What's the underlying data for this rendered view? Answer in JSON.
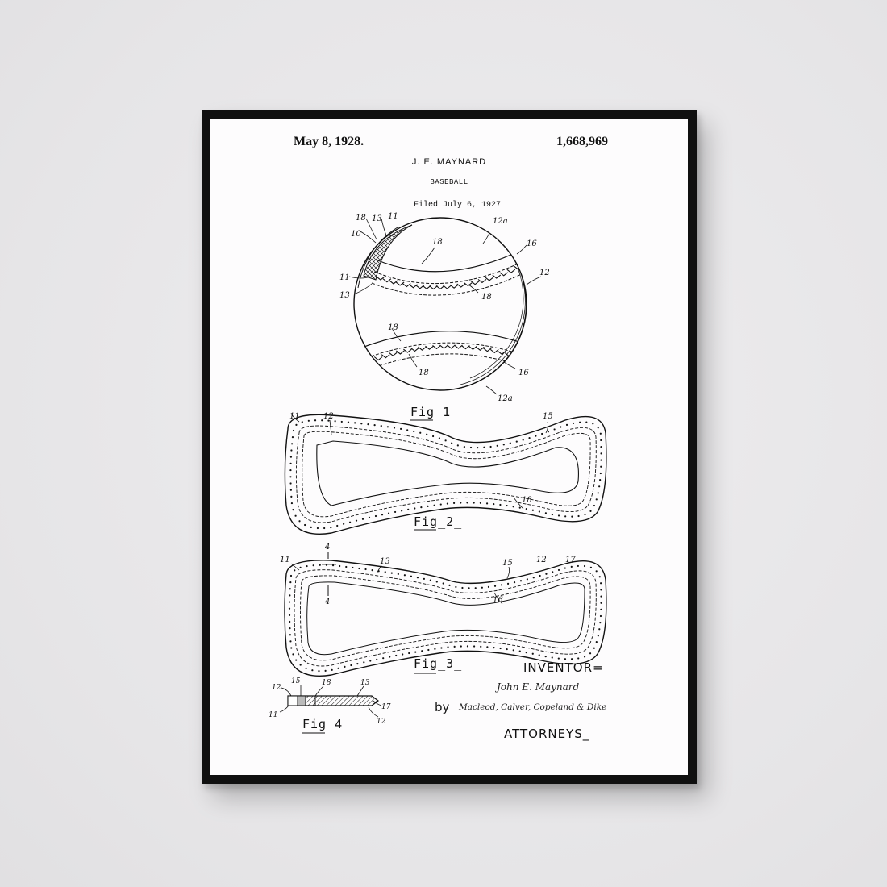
{
  "poster": {
    "date": "May 8, 1928.",
    "patent_number": "1,668,969",
    "inventor_name": "J. E. MAYNARD",
    "title": "BASEBALL",
    "filed": "Filed July 6, 1927",
    "figures": {
      "fig1": "Fig_1_",
      "fig2": "Fig_2_",
      "fig3": "Fig_3_",
      "fig4": "Fig_4_"
    },
    "inventor_label": "INVENTOR=",
    "inventor_signature": "John E. Maynard",
    "by_label": "by",
    "attorneys_signature": "Macleod, Calver, Copeland & Dike",
    "attorneys_label": "ATTORNEYS_",
    "reference_numerals": {
      "n10": "10",
      "n11": "11",
      "n12": "12",
      "n12a": "12a",
      "n13": "13",
      "n15": "15",
      "n16": "16",
      "n17": "17",
      "n18": "18",
      "n4": "4"
    }
  },
  "colors": {
    "wall": "#e9e8ea",
    "frame": "#101010",
    "paper": "#fdfcfd",
    "ink": "#111111"
  }
}
